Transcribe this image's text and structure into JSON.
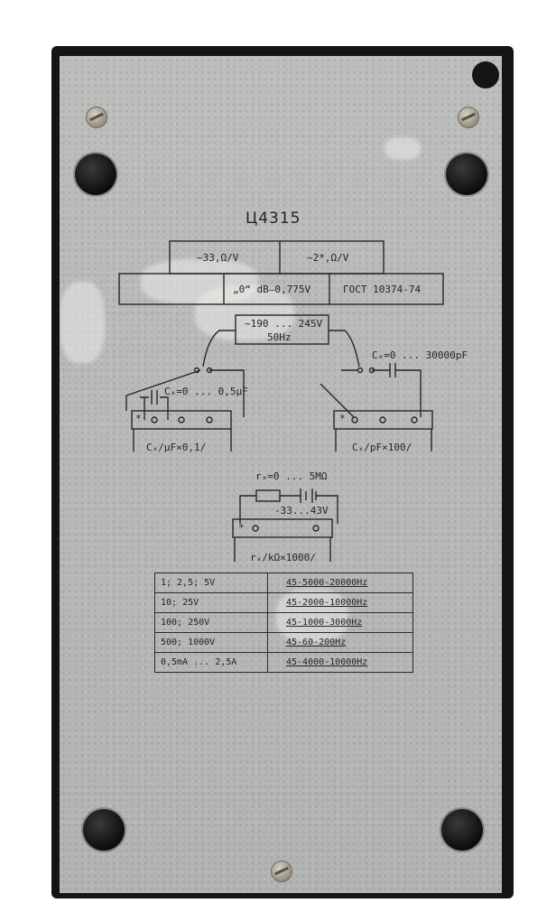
{
  "device_model": "Ц4315",
  "header_box": {
    "ohm_per_volt_left": "~33,Ω/V",
    "ohm_per_volt_right": "~2*,Ω/V",
    "db_reference": "„0“ dB—0,775V",
    "standard": "ГОСТ 10374-74"
  },
  "supply": {
    "voltage": "~190 ... 245V",
    "frequency": "50Hz"
  },
  "capacitance_uf": {
    "range": "Cₓ=0 ... 0,5μF",
    "scale": "Cₓ/μF×0,1/"
  },
  "capacitance_pf": {
    "range": "Cₓ=0 ... 30000pF",
    "scale": "Cₓ/pF×100/"
  },
  "resistance": {
    "range": "rₓ=0 ... 5MΩ",
    "battery": "-33...43V",
    "scale": "rₓ/kΩ×1000/"
  },
  "terminal_marker": "*",
  "frequency_table": [
    {
      "range": "1; 2,5; 5V",
      "band": "45-5000-20000Hz"
    },
    {
      "range": "10; 25V",
      "band": "45-2000-10000Hz"
    },
    {
      "range": "100; 250V",
      "band": "45-1000-3000Hz"
    },
    {
      "range": "500; 1000V",
      "band": "45-60-200Hz"
    },
    {
      "range": "0,5mA ... 2,5A",
      "band": "45-4000-10000Hz"
    }
  ]
}
